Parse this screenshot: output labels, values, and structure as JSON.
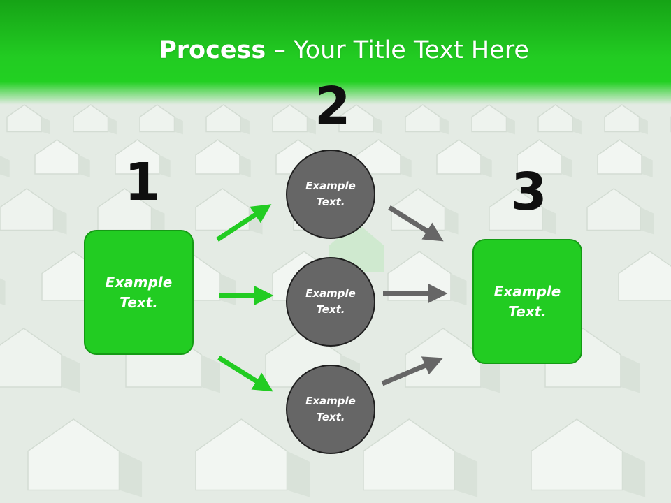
{
  "title": {
    "bold": "Process",
    "rest": " – Your Title Text Here"
  },
  "steps": [
    {
      "number": "1",
      "text": "Example Text."
    },
    {
      "number": "2",
      "items": [
        "Example Text.",
        "Example Text.",
        "Example Text."
      ]
    },
    {
      "number": "3",
      "text": "Example Text."
    }
  ],
  "colors": {
    "accent": "#22cc22",
    "circle": "#666666",
    "arrow_gray": "#666666"
  }
}
